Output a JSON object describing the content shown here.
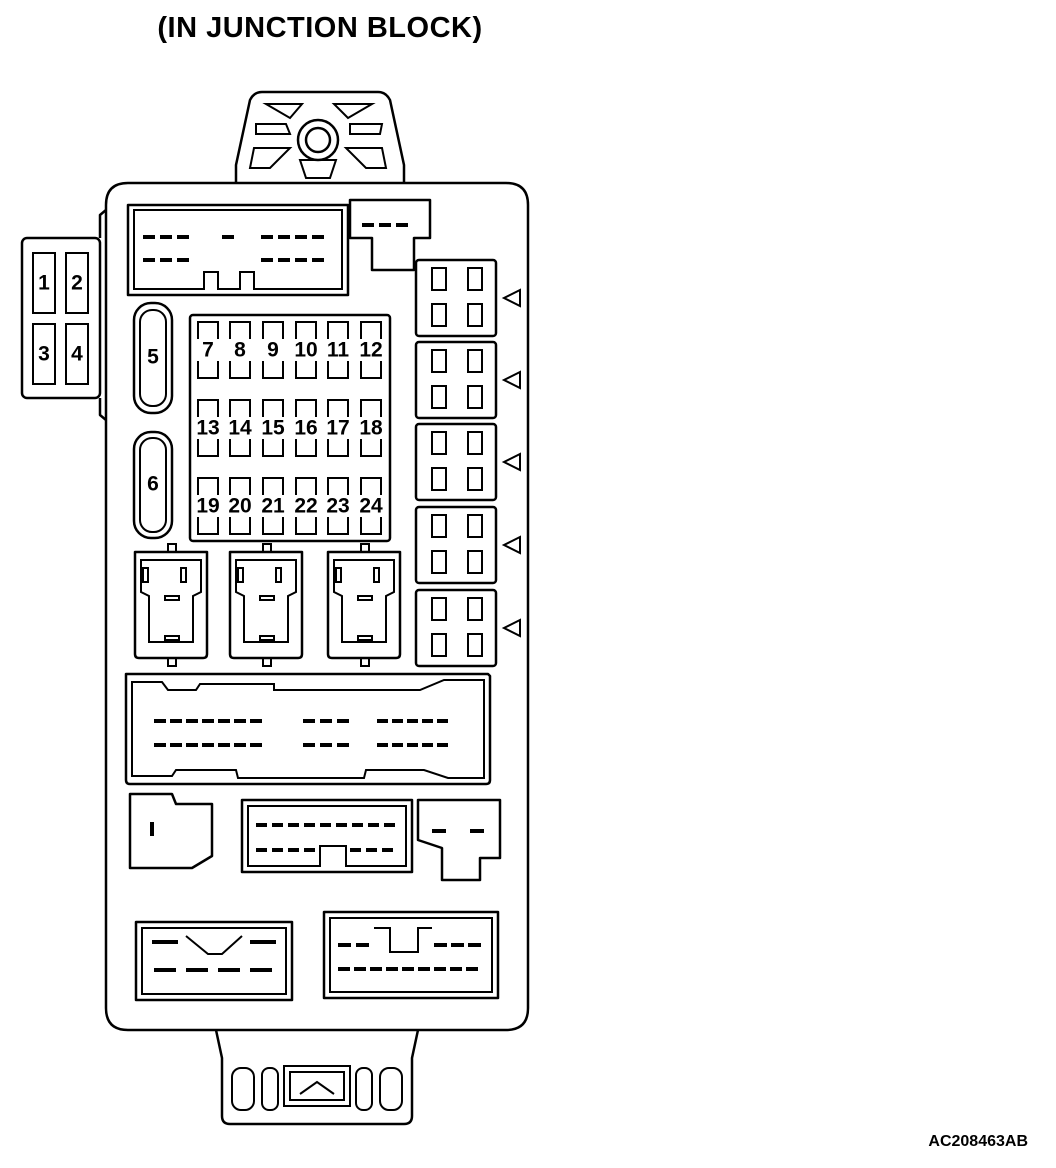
{
  "title": "(IN JUNCTION BLOCK)",
  "figure_code": "AC208463AB",
  "side_fuses": [
    "1",
    "2",
    "3",
    "4"
  ],
  "large_fuses": [
    "5",
    "6"
  ],
  "fuse_rows": [
    [
      "7",
      "8",
      "9",
      "10",
      "11",
      "12"
    ],
    [
      "13",
      "14",
      "15",
      "16",
      "17",
      "18"
    ],
    [
      "19",
      "20",
      "21",
      "22",
      "23",
      "24"
    ]
  ]
}
